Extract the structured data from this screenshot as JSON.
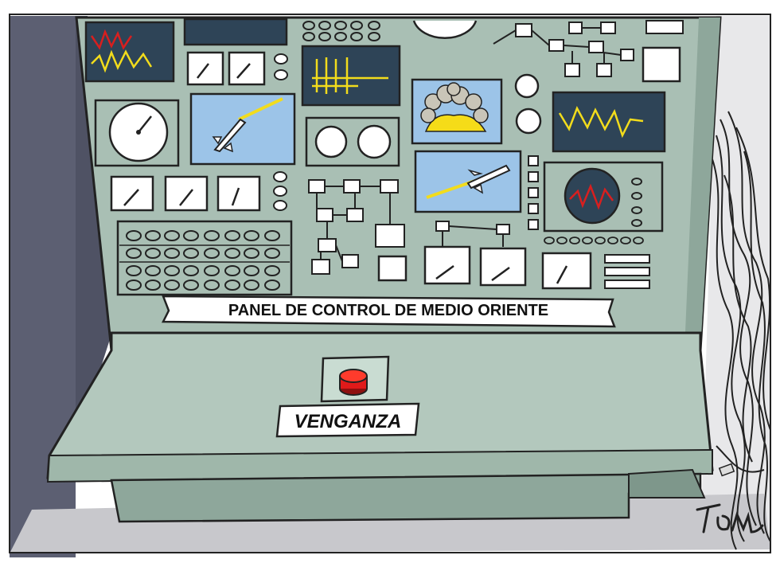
{
  "cartoon": {
    "panel_label": "PANEL DE CONTROL DE MEDIO ORIENTE",
    "button_label": "VENGANZA",
    "signature": "Tom"
  },
  "colors": {
    "console": "#a9bfb4",
    "console_dark": "#8ea79b",
    "screen_dark": "#2e4457",
    "screen_light": "#9cc4e8",
    "wall": "#5c5f72",
    "floor": "#c8c8cc",
    "button_red": "#e01a1a",
    "signal_yellow": "#f2dc1c",
    "signal_red": "#d81f1f",
    "explosion_yellow": "#f5dc18"
  },
  "icons": [
    "missile-icon",
    "explosion-icon",
    "gauge-icon",
    "oscilloscope-icon",
    "red-button-icon"
  ]
}
